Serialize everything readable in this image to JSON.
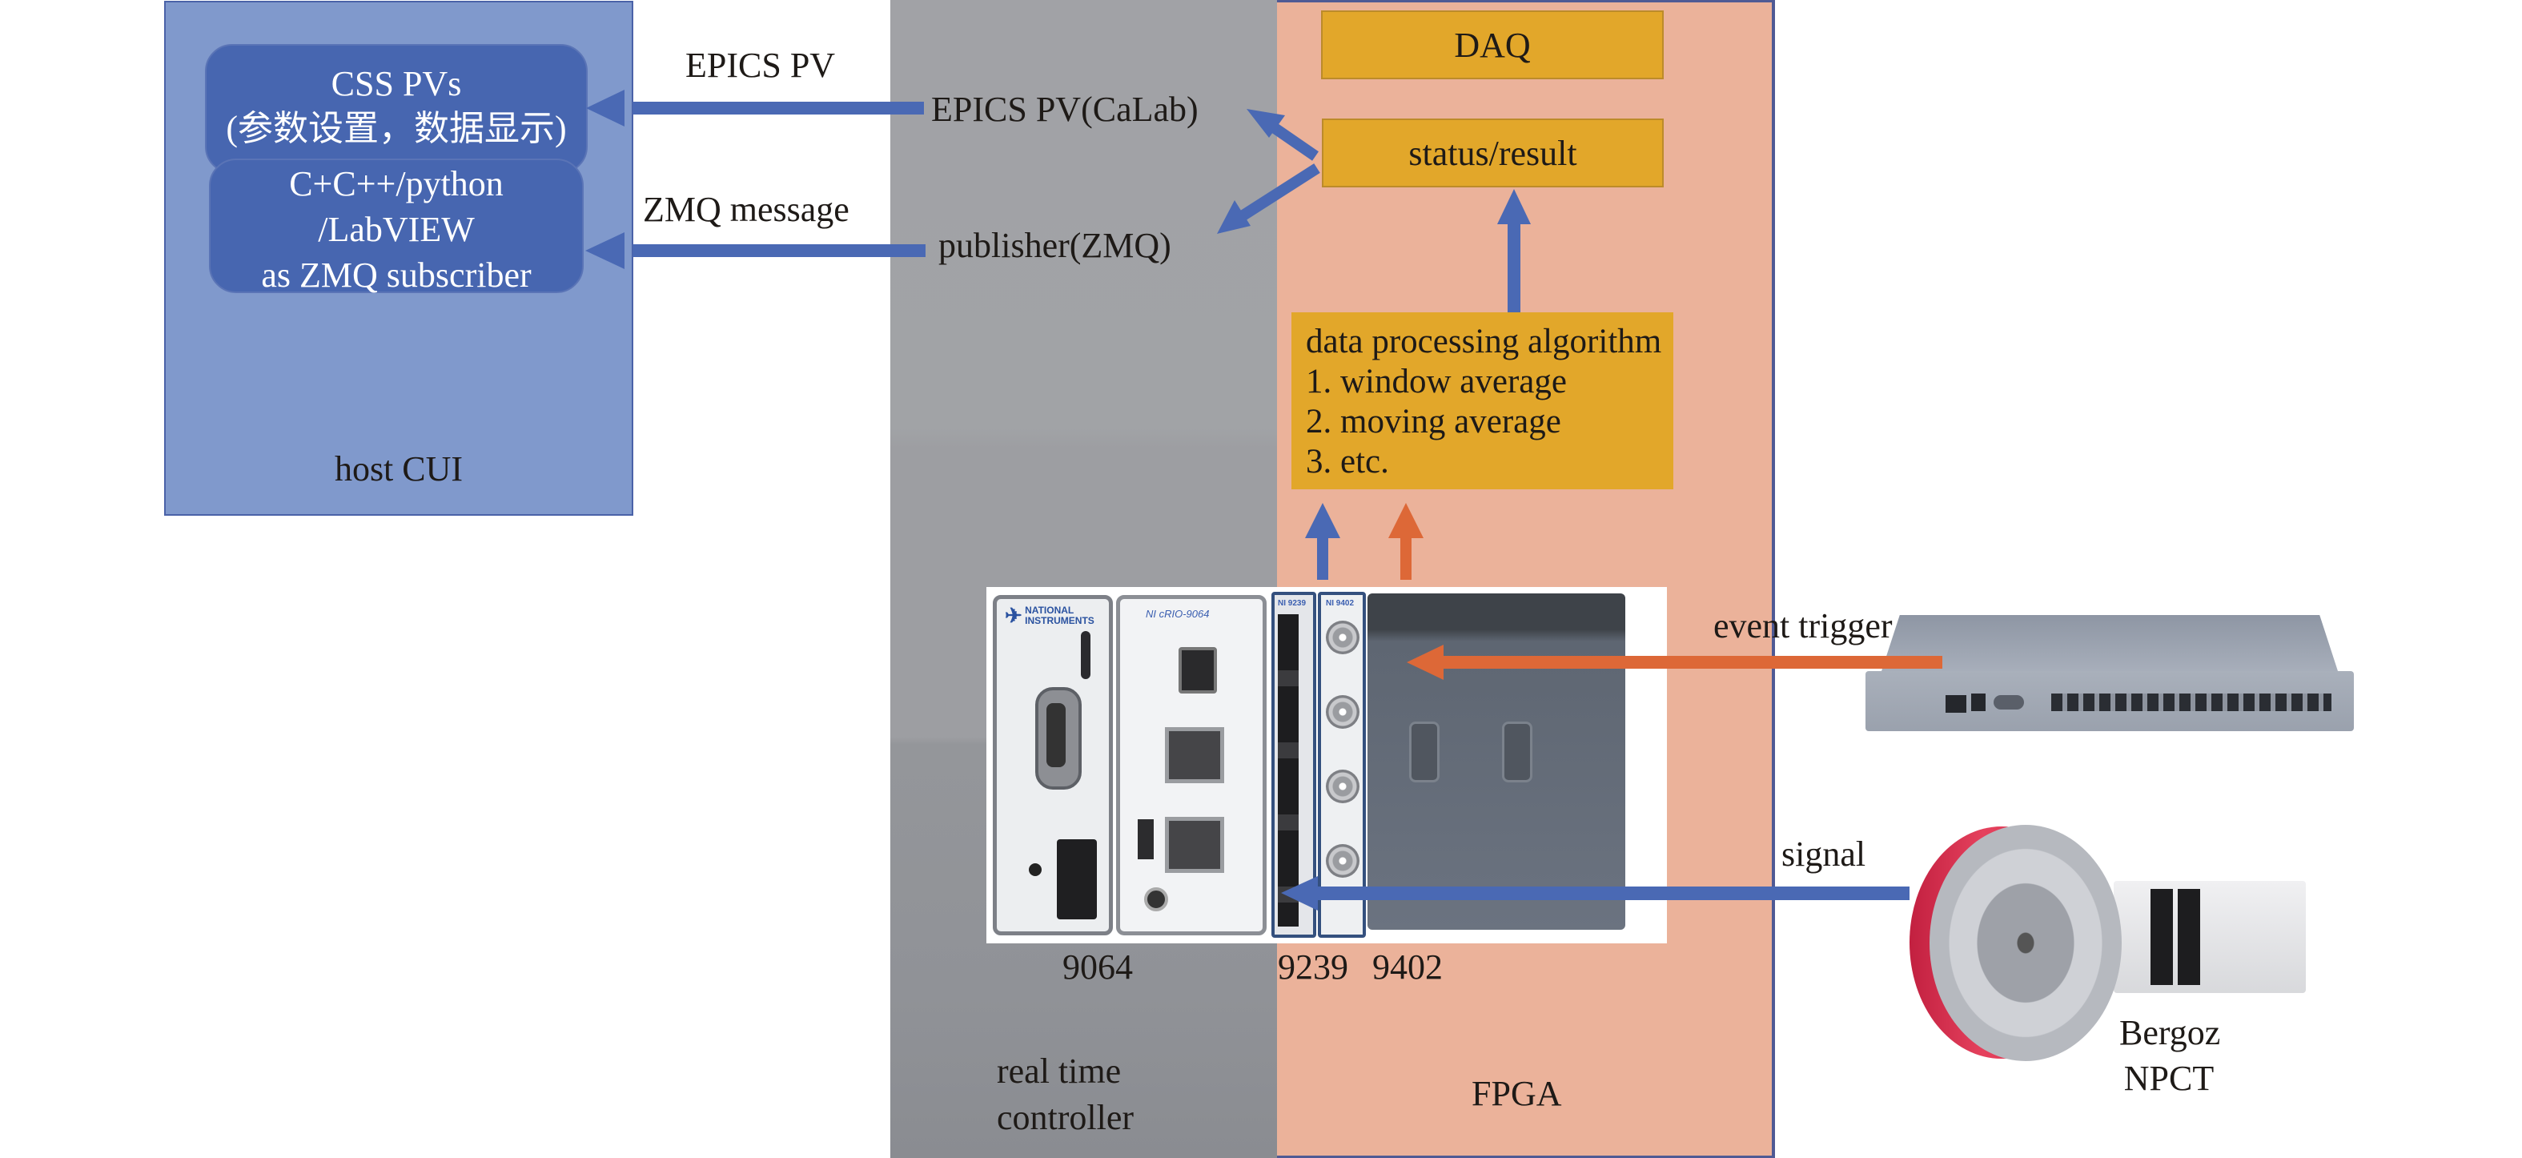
{
  "host": {
    "label": "host CUI",
    "css_box": {
      "line1": "CSS PVs",
      "line2": "(参数设置，数据显示)"
    },
    "subscriber_box": {
      "line1": "C+C++/python",
      "line2": "/LabVIEW",
      "line3": "as ZMQ subscriber"
    }
  },
  "links": {
    "epics_pv": "EPICS PV",
    "zmq_message": "ZMQ message",
    "event_trigger": "event trigger",
    "signal": "signal"
  },
  "realtime": {
    "epics_calab": "EPICS PV(CaLab)",
    "publisher": "publisher(ZMQ)",
    "label_line1": "real time",
    "label_line2": "controller"
  },
  "fpga": {
    "label": "FPGA",
    "daq": "DAQ",
    "status": "status/result",
    "processing": {
      "title": "data processing algorithm",
      "items": [
        "1. window average",
        "2. moving average",
        "3. etc."
      ]
    }
  },
  "hardware": {
    "modules": {
      "controller_label": "9064",
      "analog_label": "9239",
      "digital_label": "9402"
    },
    "photo_text": {
      "brand_line1": "NATIONAL",
      "brand_line2": "INSTRUMENTS",
      "crio": "NI cRIO-9064",
      "ni9239": "NI 9239",
      "ni9402": "NI 9402"
    },
    "npct_line1": "Bergoz",
    "npct_line2": "NPCT"
  },
  "colors": {
    "host_bg": "#8099cc",
    "host_inner": "#4766b0",
    "rt_gray": "#a1a2a6",
    "fpga_pink": "#ebb29a",
    "gold": "#e2a72a",
    "arrow_blue": "#4a69b4",
    "arrow_orange": "#dd6837"
  }
}
